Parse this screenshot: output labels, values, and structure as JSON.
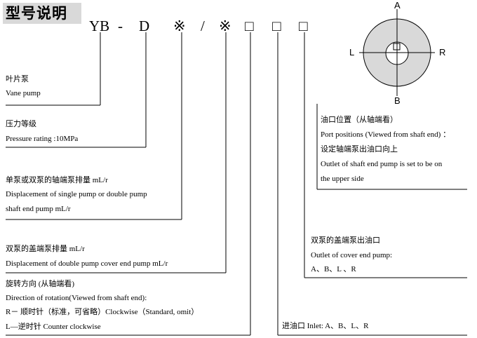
{
  "title": "型号说明",
  "model_code": {
    "yb": "YB",
    "dash": "-",
    "d": "D",
    "mark1": "※",
    "slash": "/",
    "mark2": "※",
    "box1": "□",
    "box2": "□",
    "box3": "□"
  },
  "port_labels": {
    "top": "A",
    "bottom": "B",
    "left": "L",
    "right": "R"
  },
  "vane_pump": {
    "cn": "叶片泵",
    "en": "Vane pump"
  },
  "pressure": {
    "cn": "压力等级",
    "en": "Pressure rating :10MPa"
  },
  "displacement_single": {
    "cn": "单泵或双泵的轴端泵排量 mL/r",
    "en1": "Displacement of single pump or double pump",
    "en2": "shaft end pump    mL/r"
  },
  "displacement_cover": {
    "cn": "双泵的盖端泵排量 mL/r",
    "en": "Displacement of double pump cover end pump    mL/r"
  },
  "rotation": {
    "cn": "旋转方向 (从轴端看)",
    "en": "Direction of rotation(Viewed from shaft end):",
    "r": "R－ 顺时针（标准，可省略）Clockwise（Standard, omit）",
    "l": "L—逆时针 Counter clockwise"
  },
  "inlet": {
    "text": "进油口 Inlet: A、B、L、R"
  },
  "cover_outlet": {
    "cn": "双泵的盖端泵出油口",
    "en": "Outlet of cover end pump:",
    "values": "A、B、L 、R"
  },
  "port_positions": {
    "cn1": "油口位置（从轴端看）",
    "en1": "Port positions (Viewed from shaft end) ：",
    "cn2": "设定轴端泵出油口向上",
    "en2": "Outlet of shaft end pump is set to be on",
    "en3": "the upper side"
  }
}
